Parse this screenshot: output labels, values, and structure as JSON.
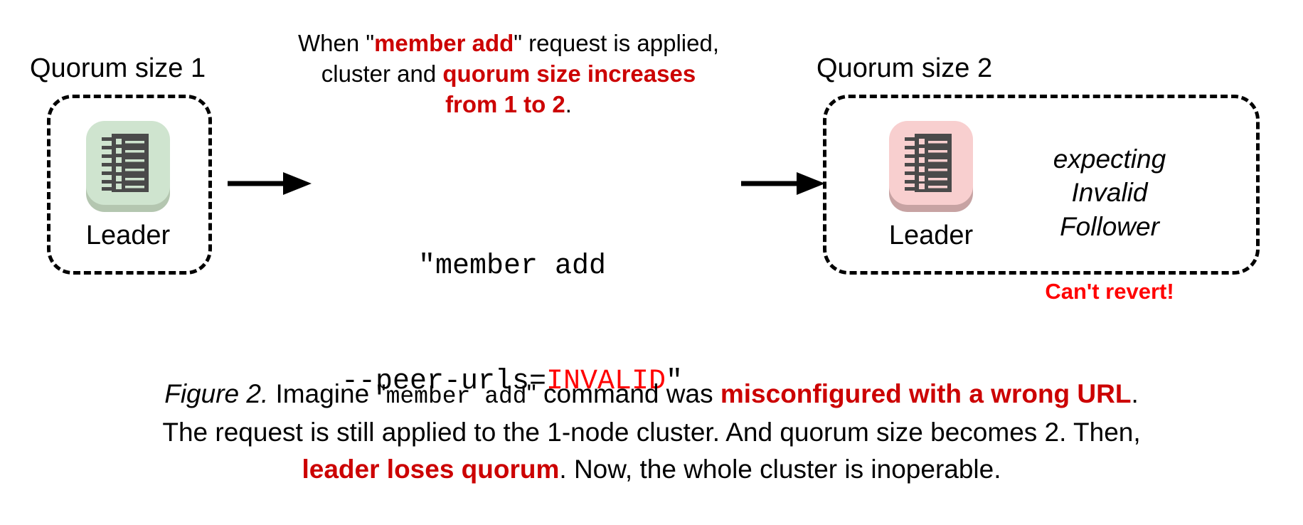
{
  "figure": {
    "left_cluster": {
      "title": "Quorum size 1",
      "node_label": "Leader",
      "node_color": "#cfe4cf",
      "node_shadow_color": "#b4c6b0",
      "node_icon": "server-rack-icon"
    },
    "right_cluster": {
      "title": "Quorum size 2",
      "node_label": "Leader",
      "node_color": "#f8cfcf",
      "node_shadow_color": "#c7a3a3",
      "node_icon": "server-rack-icon",
      "note_lines": [
        "expecting",
        "Invalid",
        "Follower"
      ],
      "warning": "Can't revert!"
    },
    "annotation": {
      "line1_pre": "When \"",
      "line1_hl": "member add",
      "line1_post": "\" request is applied,",
      "line2_pre": "cluster and ",
      "line2_hl": "quorum size increases",
      "line3_hl": "from 1 to 2",
      "line3_post": "."
    },
    "command": {
      "line1": "\"member add",
      "line2_pre": "--peer-urls=",
      "line2_invalid": "INVALID",
      "line2_post": "\""
    },
    "caption": {
      "fig_label": "Figure 2.",
      "l1_a": " Imagine \"",
      "l1_mono": "member add",
      "l1_b": "\" command was ",
      "l1_hl": "misconfigured with a wrong URL",
      "l1_c": ".",
      "l2": "The request is still applied to the 1-node cluster. And quorum size becomes 2. Then,",
      "l3_hl": "leader loses quorum",
      "l3_b": ". Now, the whole cluster is inoperable."
    },
    "colors": {
      "accent_red": "#cc0000",
      "bright_red": "#ff0000",
      "ink": "#000000",
      "background": "#ffffff"
    },
    "arrows": {
      "left_arrow": "arrow-right-icon",
      "right_arrow": "arrow-right-icon"
    }
  }
}
